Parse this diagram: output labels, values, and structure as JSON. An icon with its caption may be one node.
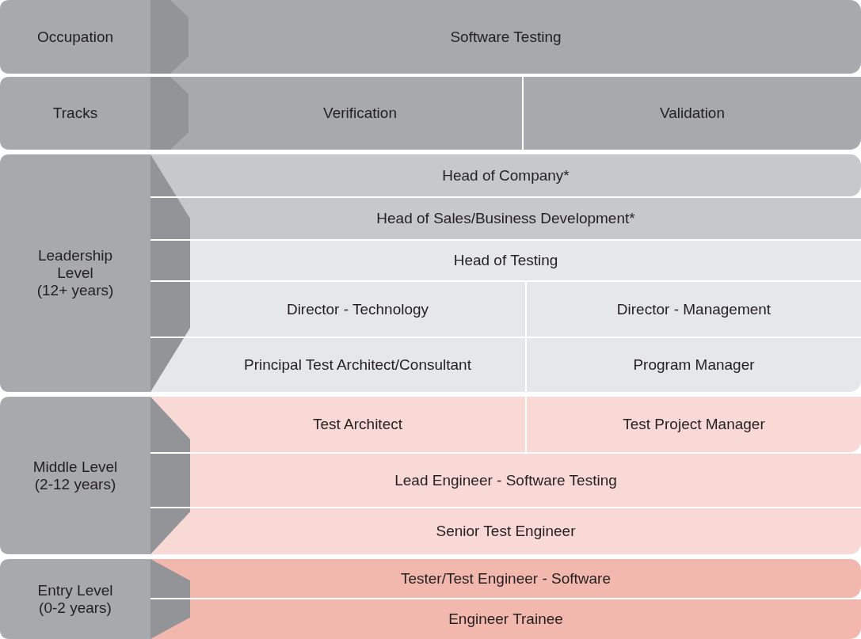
{
  "diagram": {
    "nodes": [
      {
        "text": [
          "Occupation"
        ]
      },
      {
        "text": [
          "Software Testing"
        ]
      },
      {
        "text": [
          "Tracks"
        ]
      },
      {
        "text": [
          "Verification"
        ]
      },
      {
        "text": [
          "Validation"
        ]
      },
      {
        "text": [
          "Leadership Level (12+ years)"
        ]
      },
      {
        "text": [
          "Head of Company*"
        ]
      },
      {
        "text": [
          "Head of Sales/Business Development*"
        ]
      },
      {
        "text": [
          "Head of Testing"
        ]
      },
      {
        "text": [
          "Director - Technology"
        ]
      },
      {
        "text": [
          "Director - Management"
        ]
      },
      {
        "text": [
          "Principal Test Architect/Consultant"
        ]
      },
      {
        "text": [
          "Program Manager"
        ]
      },
      {
        "text": [
          "Middle Level (2-12 years)"
        ]
      },
      {
        "text": [
          "Test Architect"
        ]
      },
      {
        "text": [
          "Test Project Manager"
        ]
      },
      {
        "text": [
          "Lead Engineer - Software Testing"
        ]
      },
      {
        "text": [
          "Senior Test Engineer"
        ]
      },
      {
        "text": [
          "Entry Level (0-2 years)"
        ]
      },
      {
        "text": [
          "Tester/Test Engineer - Software"
        ]
      },
      {
        "text": [
          "Engineer Trainee"
        ]
      }
    ]
  }
}
